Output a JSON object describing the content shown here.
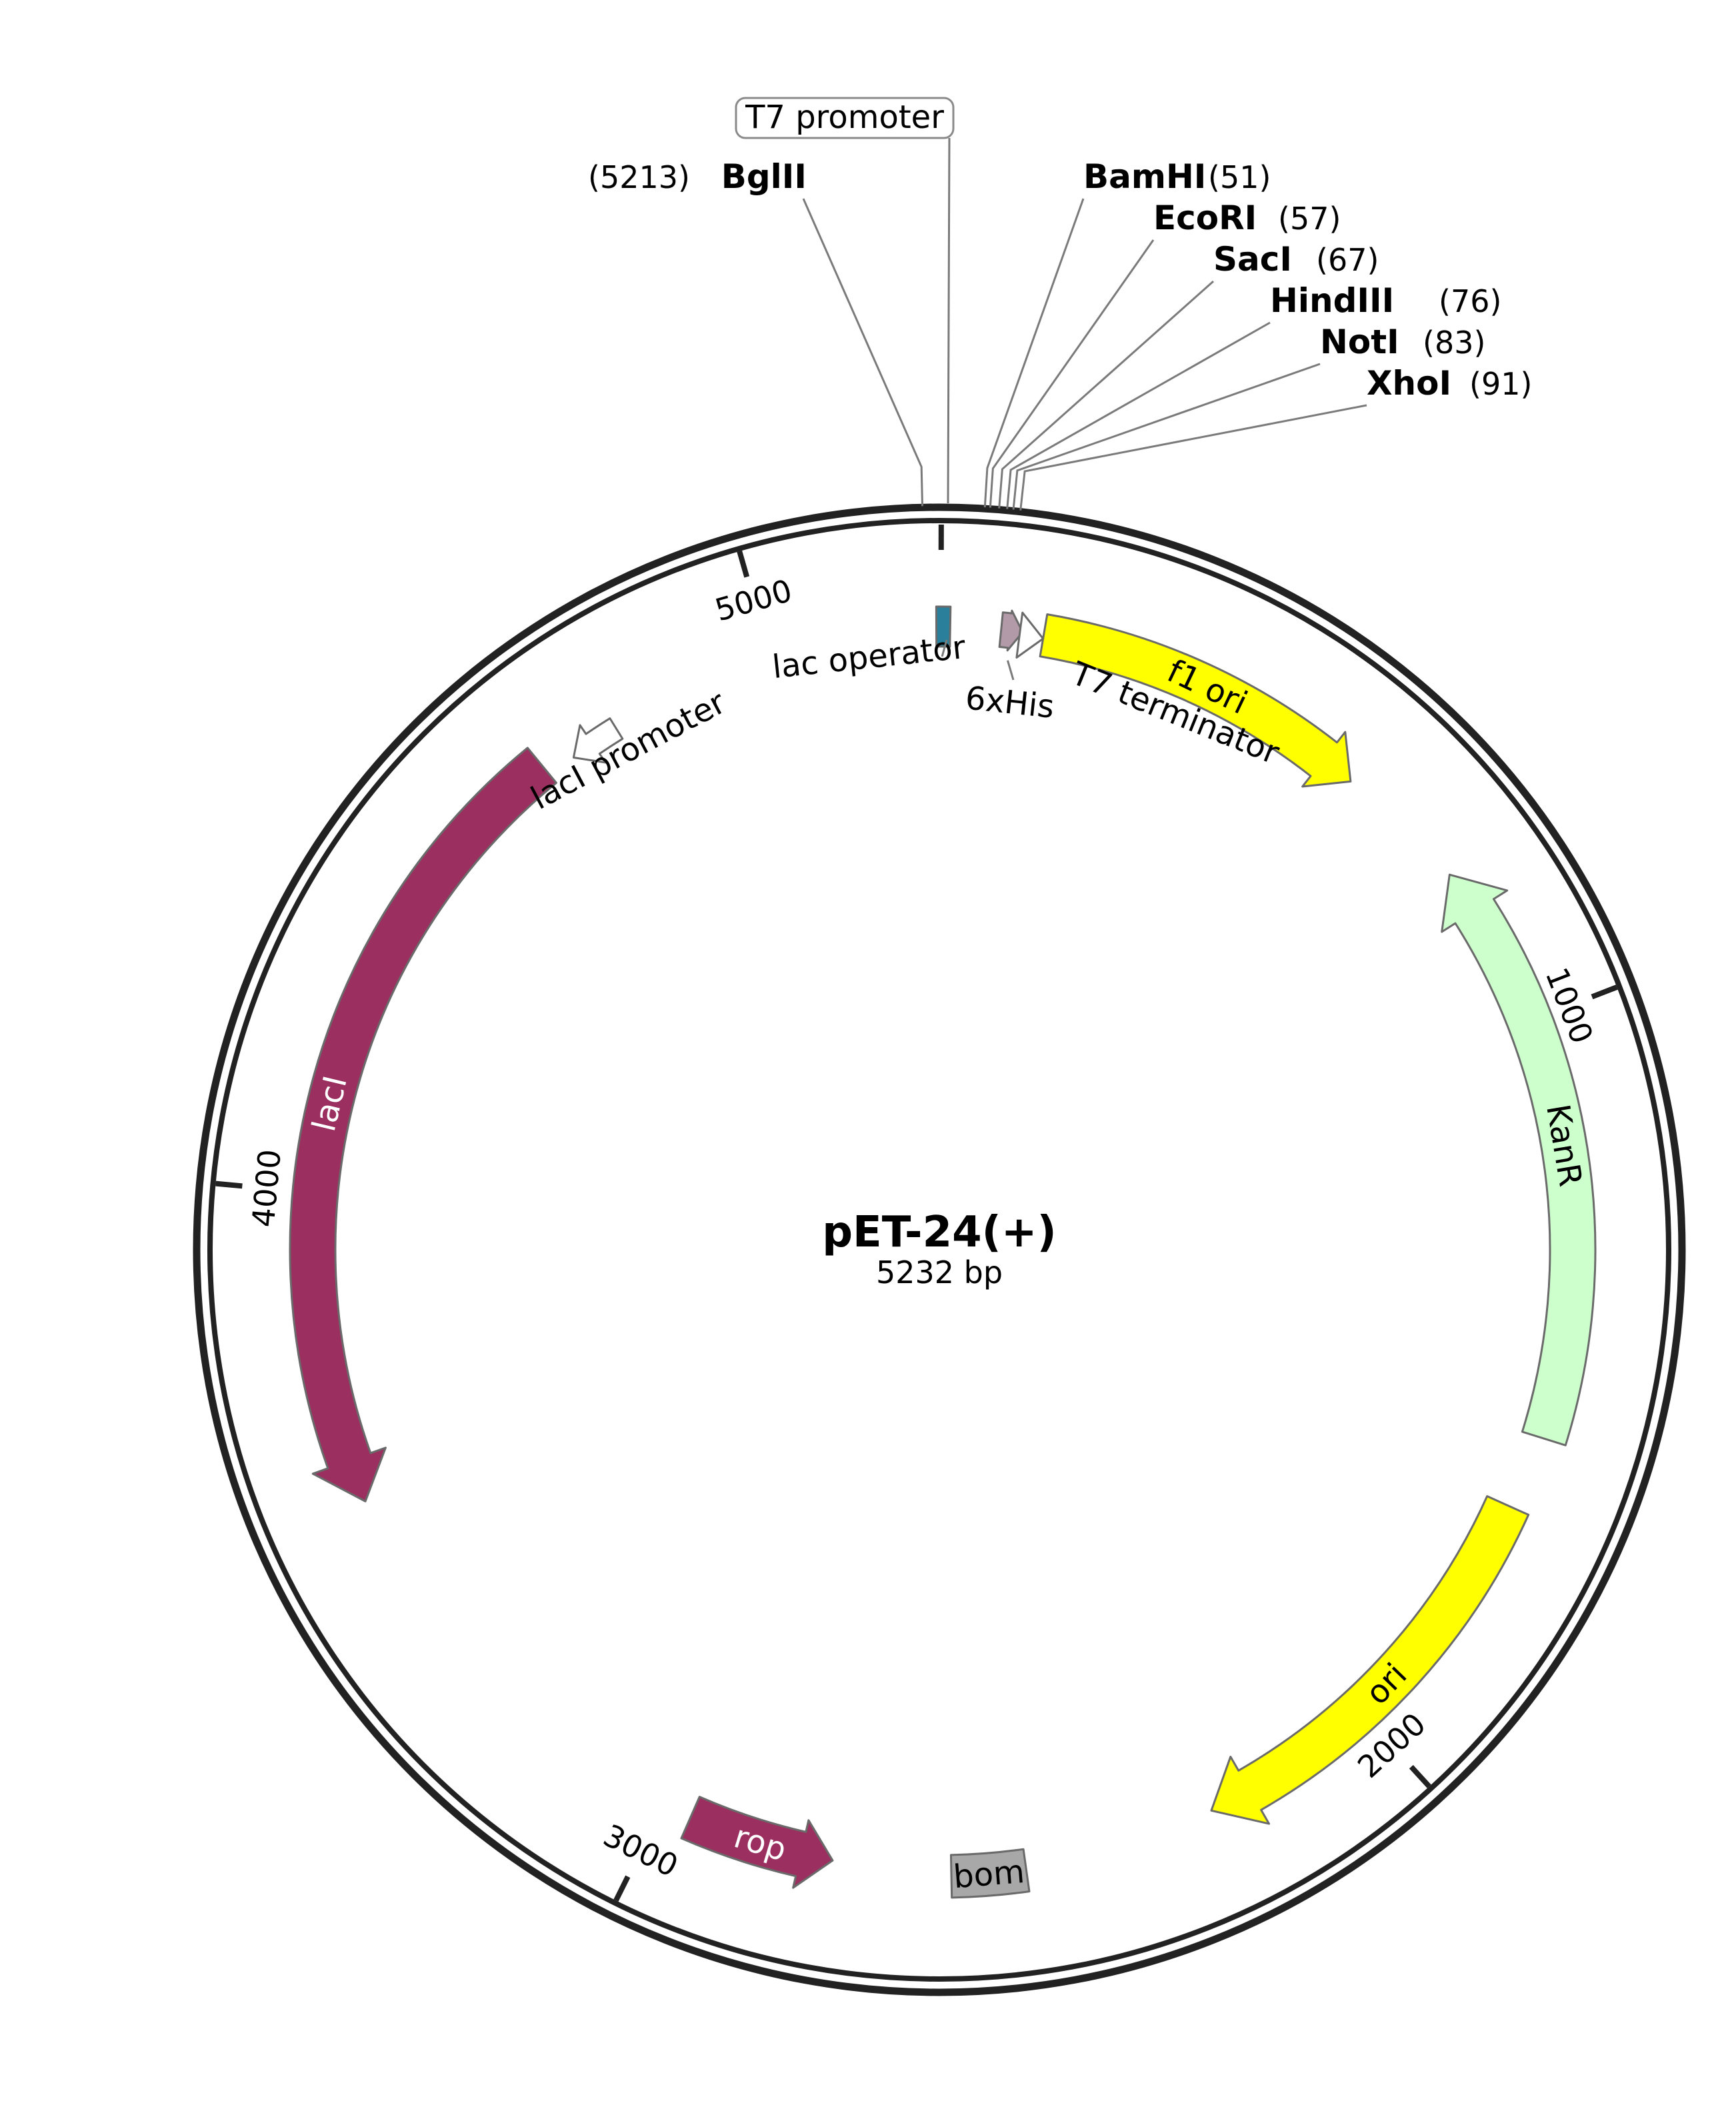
{
  "plasmid": {
    "name": "pET-24(+)",
    "size_label": "5232 bp",
    "length": 5232
  },
  "colors": {
    "backbone": "#222222",
    "lacI": "#9b3060",
    "rop": "#9b3060",
    "f1_ori": "#ffff00",
    "ori": "#ffff00",
    "KanR": "#ccffcc",
    "bom": "#a8a8a8",
    "lac_operator": "#2a7f9a",
    "his_tag": "#b39aa8",
    "promoter": "#ffffff"
  },
  "ticks": [
    {
      "pos": 1000,
      "label": "1000"
    },
    {
      "pos": 2000,
      "label": "2000"
    },
    {
      "pos": 3000,
      "label": "3000"
    },
    {
      "pos": 4000,
      "label": "4000"
    },
    {
      "pos": 5000,
      "label": "5000"
    }
  ],
  "features": [
    {
      "id": "f1-ori",
      "label": "f1 ori",
      "start": 140,
      "end": 600,
      "direction": 1,
      "kind": "ori",
      "color_key": "f1_ori",
      "label_inside": true
    },
    {
      "id": "kanr",
      "label": "KanR",
      "start": 780,
      "end": 1560,
      "direction": -1,
      "kind": "gene",
      "color_key": "KanR",
      "label_inside": true
    },
    {
      "id": "ori",
      "label": "ori",
      "start": 1660,
      "end": 2240,
      "direction": 1,
      "kind": "ori",
      "color_key": "ori",
      "label_inside": true
    },
    {
      "id": "bom",
      "label": "bom",
      "start": 2500,
      "end": 2600,
      "direction": 0,
      "kind": "misc",
      "color_key": "bom",
      "label_inside": true
    },
    {
      "id": "rop",
      "label": "rop",
      "start": 2760,
      "end": 2960,
      "direction": -1,
      "kind": "gene",
      "color_key": "rop",
      "label_inside": true
    },
    {
      "id": "laci",
      "label": "lacI",
      "start": 3580,
      "end": 4660,
      "direction": -1,
      "kind": "gene",
      "color_key": "lacI",
      "label_inside": true
    },
    {
      "id": "laci-promoter",
      "label": "lacI promoter",
      "start": 4700,
      "end": 4780,
      "direction": -1,
      "kind": "promoter",
      "color_key": "promoter",
      "label_inside": false
    },
    {
      "id": "lac-operator",
      "label": "lac operator",
      "start": 5225,
      "end": 5232,
      "direction": 0,
      "kind": "misc",
      "color_key": "lac_operator",
      "label_inside": false
    },
    {
      "id": "his-tag",
      "label": "6xHis",
      "start": 80,
      "end": 100,
      "direction": 1,
      "kind": "tag",
      "color_key": "his_tag",
      "label_inside": false
    },
    {
      "id": "t7-terminator",
      "label": "T7 terminator",
      "start": 90,
      "end": 140,
      "direction": 1,
      "kind": "terminator",
      "color_key": "promoter",
      "label_inside": false
    }
  ],
  "sites": [
    {
      "name": "BglII",
      "pos_label": "(5213)",
      "pos": 5213,
      "side": "left"
    },
    {
      "name": "BamHI",
      "pos_label": "(51)",
      "pos": 51,
      "side": "right"
    },
    {
      "name": "EcoRI",
      "pos_label": "(57)",
      "pos": 57,
      "side": "right"
    },
    {
      "name": "SacI",
      "pos_label": "(67)",
      "pos": 67,
      "side": "right"
    },
    {
      "name": "HindIII",
      "pos_label": "(76)",
      "pos": 76,
      "side": "right"
    },
    {
      "name": "NotI",
      "pos_label": "(83)",
      "pos": 83,
      "side": "right"
    },
    {
      "name": "XhoI",
      "pos_label": "(91)",
      "pos": 91,
      "side": "right"
    }
  ],
  "callout": {
    "label": "T7 promoter",
    "pos": 5230
  }
}
